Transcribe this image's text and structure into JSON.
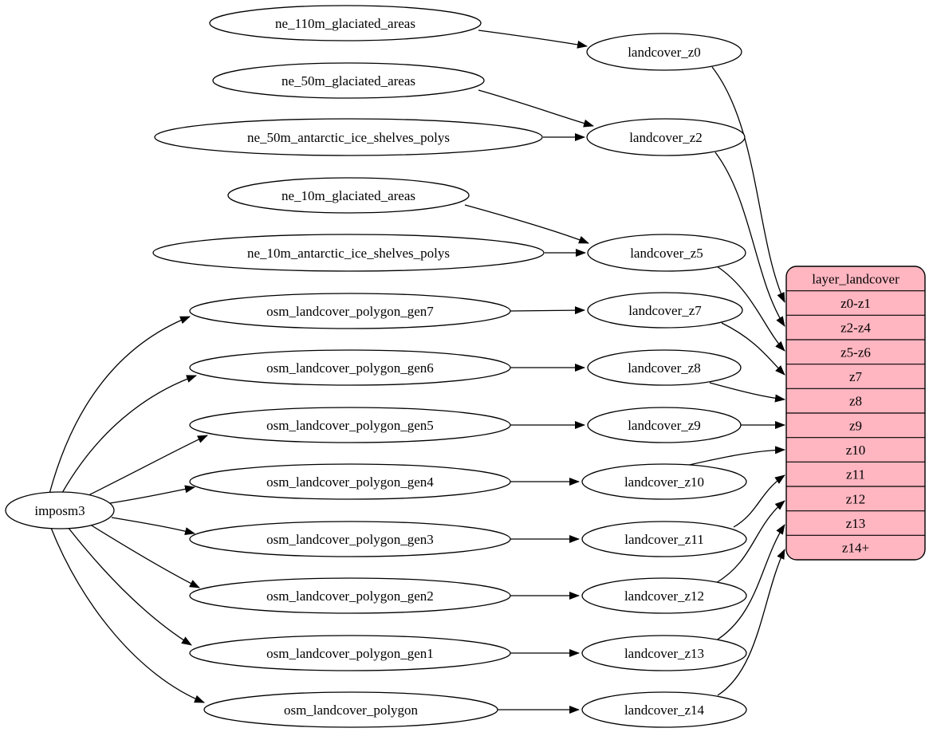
{
  "diagram": {
    "background_color": "#ffffff",
    "node_fill": "#ffffff",
    "node_stroke": "#000000",
    "edge_color": "#000000",
    "nodes": [
      {
        "id": "ne110",
        "label": "ne_110m_glaciated_areas"
      },
      {
        "id": "ne50g",
        "label": "ne_50m_glaciated_areas"
      },
      {
        "id": "ne50a",
        "label": "ne_50m_antarctic_ice_shelves_polys"
      },
      {
        "id": "ne10g",
        "label": "ne_10m_glaciated_areas"
      },
      {
        "id": "ne10a",
        "label": "ne_10m_antarctic_ice_shelves_polys"
      },
      {
        "id": "imposm3",
        "label": "imposm3"
      },
      {
        "id": "g7",
        "label": "osm_landcover_polygon_gen7"
      },
      {
        "id": "g6",
        "label": "osm_landcover_polygon_gen6"
      },
      {
        "id": "g5",
        "label": "osm_landcover_polygon_gen5"
      },
      {
        "id": "g4",
        "label": "osm_landcover_polygon_gen4"
      },
      {
        "id": "g3",
        "label": "osm_landcover_polygon_gen3"
      },
      {
        "id": "g2",
        "label": "osm_landcover_polygon_gen2"
      },
      {
        "id": "g1",
        "label": "osm_landcover_polygon_gen1"
      },
      {
        "id": "poly",
        "label": "osm_landcover_polygon"
      },
      {
        "id": "z0",
        "label": "landcover_z0"
      },
      {
        "id": "z2",
        "label": "landcover_z2"
      },
      {
        "id": "z5",
        "label": "landcover_z5"
      },
      {
        "id": "z7",
        "label": "landcover_z7"
      },
      {
        "id": "z8",
        "label": "landcover_z8"
      },
      {
        "id": "z9",
        "label": "landcover_z9"
      },
      {
        "id": "z10",
        "label": "landcover_z10"
      },
      {
        "id": "z11",
        "label": "landcover_z11"
      },
      {
        "id": "z12",
        "label": "landcover_z12"
      },
      {
        "id": "z13",
        "label": "landcover_z13"
      },
      {
        "id": "z14",
        "label": "landcover_z14"
      }
    ],
    "table": {
      "title": "layer_landcover",
      "fill": "#ffb6c1",
      "stroke": "#000000",
      "rows": [
        "z0-z1",
        "z2-z4",
        "z5-z6",
        "z7",
        "z8",
        "z9",
        "z10",
        "z11",
        "z12",
        "z13",
        "z14+"
      ]
    },
    "edges": [
      {
        "from": "ne110",
        "to": "z0"
      },
      {
        "from": "ne50g",
        "to": "z2"
      },
      {
        "from": "ne50a",
        "to": "z2"
      },
      {
        "from": "ne10g",
        "to": "z5"
      },
      {
        "from": "ne10a",
        "to": "z5"
      },
      {
        "from": "imposm3",
        "to": "g7"
      },
      {
        "from": "imposm3",
        "to": "g6"
      },
      {
        "from": "imposm3",
        "to": "g5"
      },
      {
        "from": "imposm3",
        "to": "g4"
      },
      {
        "from": "imposm3",
        "to": "g3"
      },
      {
        "from": "imposm3",
        "to": "g2"
      },
      {
        "from": "imposm3",
        "to": "g1"
      },
      {
        "from": "imposm3",
        "to": "poly"
      },
      {
        "from": "g7",
        "to": "z7"
      },
      {
        "from": "g6",
        "to": "z8"
      },
      {
        "from": "g5",
        "to": "z9"
      },
      {
        "from": "g4",
        "to": "z10"
      },
      {
        "from": "g3",
        "to": "z11"
      },
      {
        "from": "g2",
        "to": "z12"
      },
      {
        "from": "g1",
        "to": "z13"
      },
      {
        "from": "poly",
        "to": "z14"
      },
      {
        "from": "z0",
        "to": "row-0"
      },
      {
        "from": "z2",
        "to": "row-1"
      },
      {
        "from": "z5",
        "to": "row-2"
      },
      {
        "from": "z7",
        "to": "row-3"
      },
      {
        "from": "z8",
        "to": "row-4"
      },
      {
        "from": "z9",
        "to": "row-5"
      },
      {
        "from": "z10",
        "to": "row-6"
      },
      {
        "from": "z11",
        "to": "row-7"
      },
      {
        "from": "z12",
        "to": "row-8"
      },
      {
        "from": "z13",
        "to": "row-9"
      },
      {
        "from": "z14",
        "to": "row-10"
      }
    ]
  }
}
